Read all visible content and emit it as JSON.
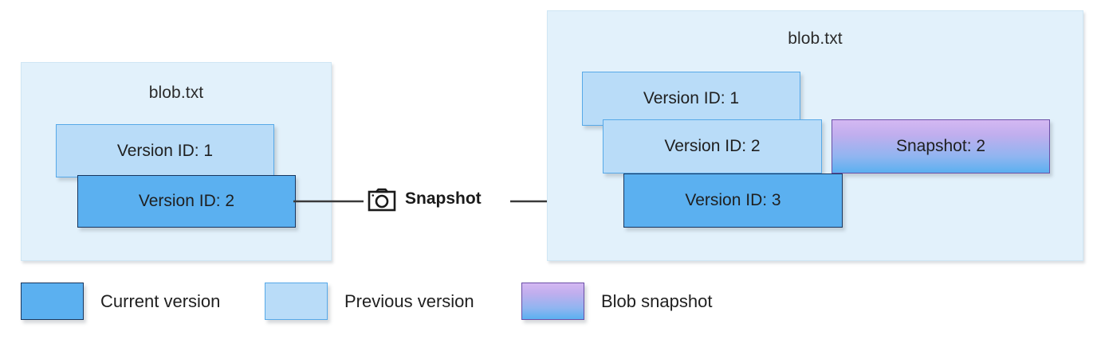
{
  "diagram": {
    "title_hidden": "",
    "left_panel": {
      "name": "blob-before-snapshot",
      "title": "blob.txt",
      "cards": [
        {
          "label": "Version ID: 1",
          "kind": "previous-version"
        },
        {
          "label": "Version ID: 2",
          "kind": "current-version"
        }
      ]
    },
    "connector": {
      "icon": "camera-icon",
      "label": "Snapshot",
      "arrow": "arrow-right"
    },
    "right_panel": {
      "name": "blob-after-snapshot",
      "title": "blob.txt",
      "cards": [
        {
          "label": "Version ID: 1",
          "kind": "previous-version"
        },
        {
          "label": "Version ID: 2",
          "kind": "previous-version"
        },
        {
          "label": "Version ID: 3",
          "kind": "current-version"
        },
        {
          "label": "Snapshot: 2",
          "kind": "blob-snapshot"
        }
      ]
    },
    "legend": {
      "items": [
        {
          "label": "Current version",
          "color": "#5BB0F0"
        },
        {
          "label": "Previous version",
          "color": "#B9DCF8"
        },
        {
          "label": "Blob snapshot",
          "color": "#C0AEEE"
        }
      ]
    },
    "colors": {
      "panel_background": "#E2F1FB",
      "current_version": "#5BB0F0",
      "previous_version": "#B9DCF8",
      "snapshot_top": "#D4B8F2",
      "snapshot_bottom": "#5BB0F0",
      "line": "#3A3A3A"
    }
  }
}
